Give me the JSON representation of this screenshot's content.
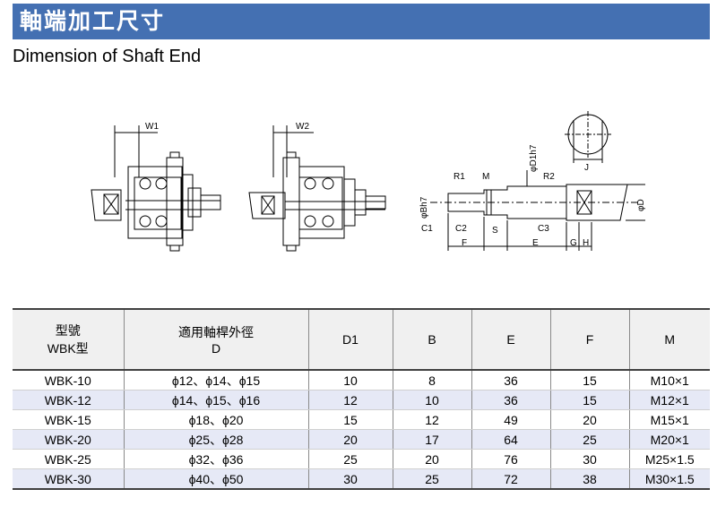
{
  "header": {
    "title_zh": "軸端加工尺寸",
    "title_en": "Dimension of Shaft End"
  },
  "drawing_labels": {
    "w1": "W1",
    "w2": "W2",
    "r1": "R1",
    "m": "M",
    "d1h7": "φD1h7",
    "r2": "R2",
    "j": "J",
    "bh7": "φBh7",
    "d": "φD",
    "c1": "C1",
    "c2": "C2",
    "s": "S",
    "c3": "C3",
    "f": "F",
    "e": "E",
    "g": "G",
    "h": "H"
  },
  "table": {
    "headers": {
      "model_line1": "型號",
      "model_line2": "WBK型",
      "shaft_line1": "適用軸桿外徑",
      "shaft_line2": "D",
      "d1": "D1",
      "b": "B",
      "e": "E",
      "f": "F",
      "m": "M"
    },
    "rows": [
      {
        "model": "WBK-10",
        "shaft": "ϕ12、ϕ14、ϕ15",
        "d1": "10",
        "b": "8",
        "e": "36",
        "f": "15",
        "m": "M10×1"
      },
      {
        "model": "WBK-12",
        "shaft": "ϕ14、ϕ15、ϕ16",
        "d1": "12",
        "b": "10",
        "e": "36",
        "f": "15",
        "m": "M12×1"
      },
      {
        "model": "WBK-15",
        "shaft": "ϕ18、ϕ20",
        "d1": "15",
        "b": "12",
        "e": "49",
        "f": "20",
        "m": "M15×1"
      },
      {
        "model": "WBK-20",
        "shaft": "ϕ25、ϕ28",
        "d1": "20",
        "b": "17",
        "e": "64",
        "f": "25",
        "m": "M20×1"
      },
      {
        "model": "WBK-25",
        "shaft": "ϕ32、ϕ36",
        "d1": "25",
        "b": "20",
        "e": "76",
        "f": "30",
        "m": "M25×1.5"
      },
      {
        "model": "WBK-30",
        "shaft": "ϕ40、ϕ50",
        "d1": "30",
        "b": "25",
        "e": "72",
        "f": "38",
        "m": "M30×1.5"
      }
    ]
  },
  "colors": {
    "title_bar": "#4470b2",
    "row_alt": "#e6e9f6",
    "header_bg": "#f0f0f0"
  }
}
